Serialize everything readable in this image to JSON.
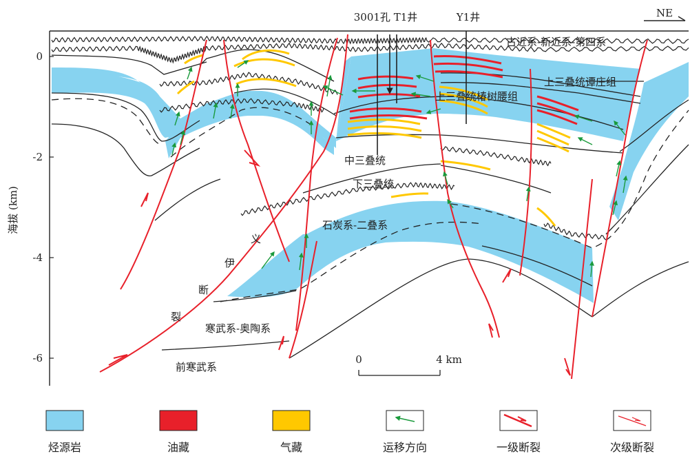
{
  "figure": {
    "well_labels": [
      "3001孔 T1井",
      "Y1井"
    ],
    "compass": "NE",
    "y_axis_label": "海拔 (km)",
    "y_ticks": [
      "0",
      "-2",
      "-4",
      "-6"
    ],
    "strata_labels": {
      "cenozoic": "古近系-新近系-第四系",
      "upper_triassic_tanzhuang": "上三叠统谭庄组",
      "upper_triassic_chunshuyao": "上三叠统椿树腰组",
      "middle_triassic": "中三叠统",
      "lower_triassic": "下三叠统",
      "carboniferous_permian": "石炭系-二叠系",
      "cambrian_ordovician": "寒武系-奥陶系",
      "precambrian": "前寒武系"
    },
    "fault_name_chars": [
      "义",
      "伊",
      "断",
      "裂"
    ],
    "scale_bar": {
      "start": "0",
      "end": "4 km"
    },
    "legend": [
      {
        "label": "烃源岩",
        "color": "#87d3f0"
      },
      {
        "label": "油藏",
        "color": "#e8202a"
      },
      {
        "label": "气藏",
        "color": "#ffc800"
      },
      {
        "label": "运移方向",
        "color": "#1a9a3c"
      },
      {
        "label": "一级断裂",
        "color": "#e8202a"
      },
      {
        "label": "次级断裂",
        "color": "#e8202a"
      }
    ],
    "colors": {
      "source_rock": "#87d3f0",
      "oil": "#e8202a",
      "gas": "#ffc800",
      "migration": "#1a9a3c",
      "fault": "#e8202a",
      "line": "#222222"
    }
  }
}
